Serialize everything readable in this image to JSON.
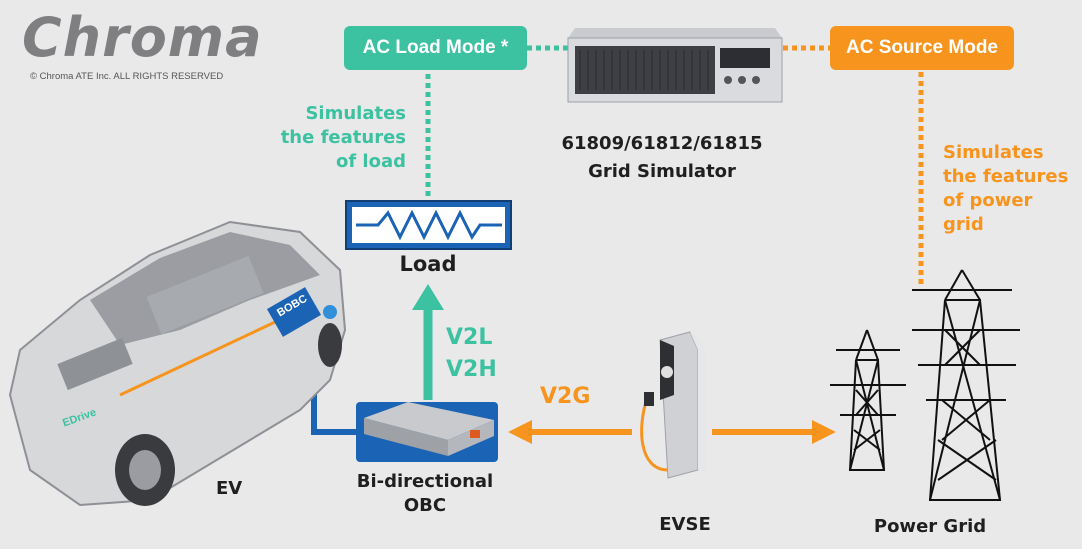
{
  "brand": {
    "logo_text": "Chroma",
    "copyright": "© Chroma ATE Inc. ALL RIGHTS RESERVED"
  },
  "modes": {
    "ac_load": "AC Load Mode *",
    "ac_source": "AC Source Mode"
  },
  "simulator": {
    "models": "61809/61812/61815",
    "name": "Grid Simulator"
  },
  "descriptions": {
    "load_lines": [
      "Simulates",
      "the features",
      "of load"
    ],
    "grid_lines": [
      "Simulates",
      "the features",
      "of power grid"
    ]
  },
  "labels": {
    "load": "Load",
    "v2l": "V2L",
    "v2h": "V2H",
    "v2g": "V2G",
    "obc_line1": "Bi-directional",
    "obc_line2": "OBC",
    "ev": "EV",
    "evse": "EVSE",
    "power_grid": "Power Grid",
    "bobc": "BOBC",
    "edrive": "EDrive"
  },
  "colors": {
    "green": "#3cc1a1",
    "orange": "#f7941d",
    "blue": "#1b63b4",
    "dark": "#1f1f1f"
  }
}
